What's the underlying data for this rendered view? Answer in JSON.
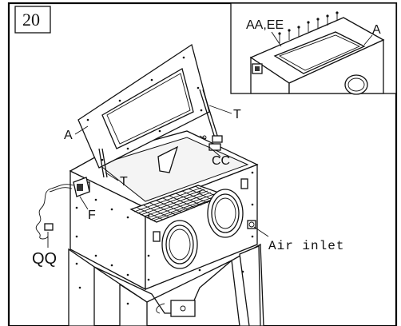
{
  "step_number": "20",
  "labels": {
    "a_inset": "A",
    "aa_ee": "AA,EE",
    "t_right": "T",
    "a_main": "A",
    "t_left": "T",
    "cc": "CC",
    "f": "F",
    "qq": "QQ",
    "air_inlet": "Air inlet"
  }
}
